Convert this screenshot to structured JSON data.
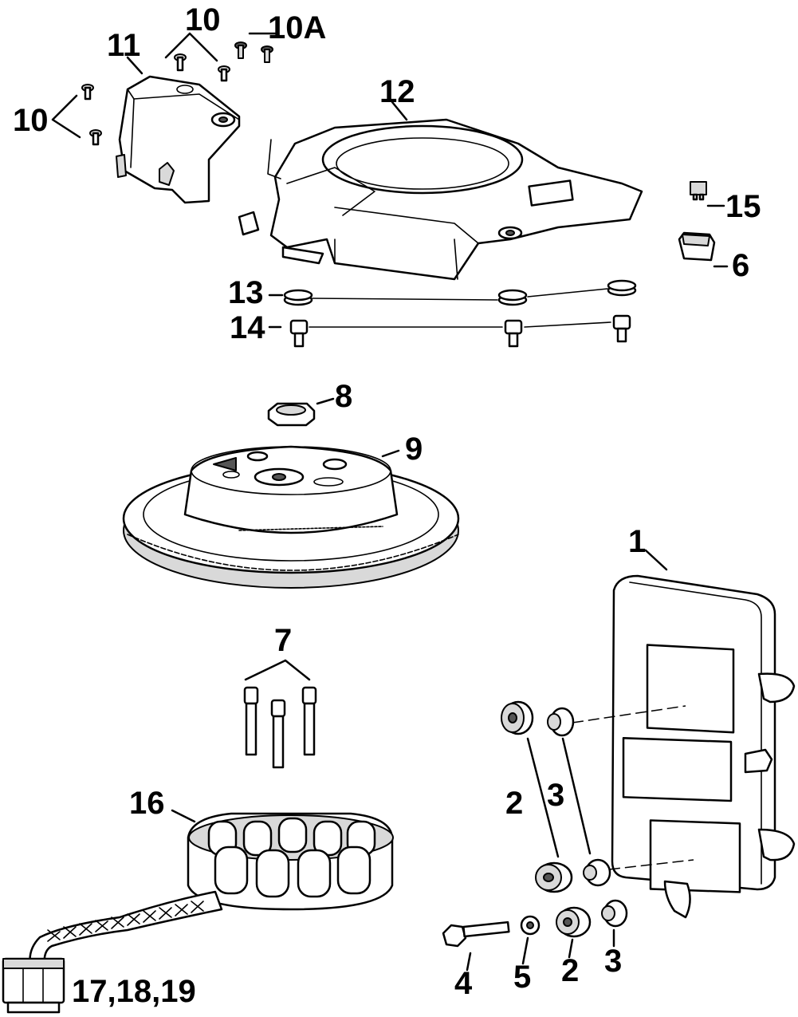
{
  "callouts": {
    "c1": "1",
    "c2a": "2",
    "c2b": "2",
    "c3a": "3",
    "c3b": "3",
    "c4": "4",
    "c5": "5",
    "c6": "6",
    "c7": "7",
    "c8": "8",
    "c9": "9",
    "c10a": "10",
    "c10b": "10",
    "c10A": "10A",
    "c11": "11",
    "c12": "12",
    "c13": "13",
    "c14": "14",
    "c15": "15",
    "c16": "16",
    "c17": "17,18,19"
  }
}
